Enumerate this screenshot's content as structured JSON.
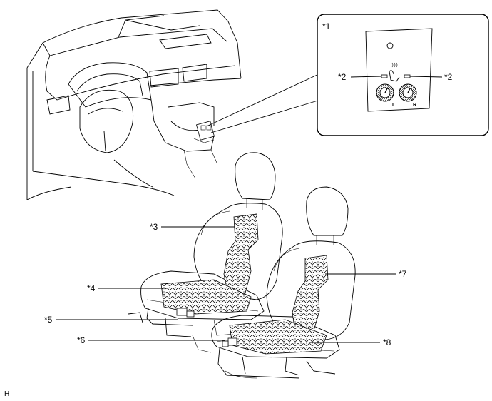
{
  "callouts": {
    "c1": "*1",
    "c2_left": "*2",
    "c2_right": "*2",
    "c3": "*3",
    "c4": "*4",
    "c5": "*5",
    "c6": "*6",
    "c7": "*7",
    "c8": "*8"
  },
  "knobs": {
    "left_letter": "L",
    "right_letter": "R"
  },
  "corner_code": "H"
}
